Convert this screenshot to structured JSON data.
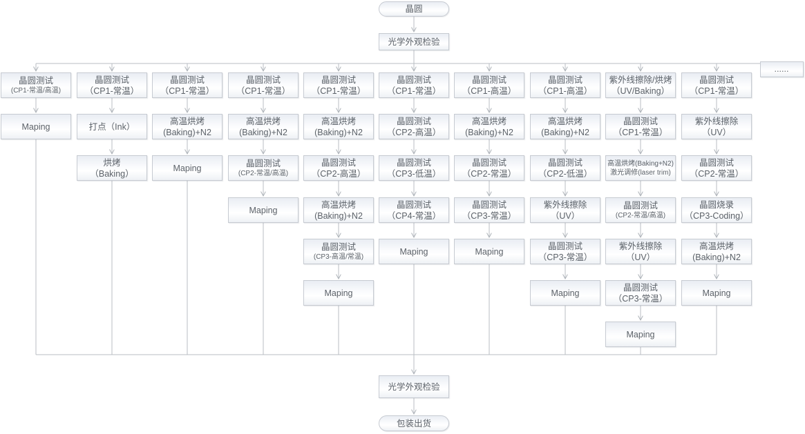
{
  "diagram": {
    "start_label": "晶圆",
    "top_inspection_label": "光学外观检验",
    "bottom_inspection_label": "光学外观检验",
    "end_label": "包装出货",
    "ellipsis_label": "......",
    "colors": {
      "box_border": "#c6cad1",
      "box_fill_top": "#e9edf3",
      "box_fill_bottom": "#eef1f5",
      "text": "#5b6168",
      "wire": "#b0b4ba"
    },
    "columns": [
      {
        "nodes": [
          {
            "lines": [
              "晶圆测试",
              "(CP1-常温/高温)"
            ],
            "small": [
              1
            ]
          },
          {
            "lines": [
              "Maping"
            ]
          }
        ]
      },
      {
        "nodes": [
          {
            "lines": [
              "晶圆测试",
              "（CP1-常温）"
            ]
          },
          {
            "lines": [
              "打点（Ink）"
            ]
          },
          {
            "lines": [
              "烘烤",
              "（Baking）"
            ]
          }
        ]
      },
      {
        "nodes": [
          {
            "lines": [
              "晶圆测试",
              "（CP1-常温）"
            ]
          },
          {
            "lines": [
              "高温烘烤",
              "(Baking)+N2"
            ]
          },
          {
            "lines": [
              "Maping"
            ]
          }
        ]
      },
      {
        "nodes": [
          {
            "lines": [
              "晶圆测试",
              "（CP1-常温）"
            ]
          },
          {
            "lines": [
              "高温烘烤",
              "(Baking)+N2"
            ]
          },
          {
            "lines": [
              "晶圆测试",
              "(CP2-常温/高温)"
            ],
            "small": [
              1
            ]
          },
          {
            "lines": [
              "Maping"
            ]
          }
        ]
      },
      {
        "nodes": [
          {
            "lines": [
              "晶圆测试",
              "（CP1-常温）"
            ]
          },
          {
            "lines": [
              "高温烘烤",
              "(Baking)+N2"
            ]
          },
          {
            "lines": [
              "晶圆测试",
              "（CP2-高温）"
            ]
          },
          {
            "lines": [
              "高温烘烤",
              "(Baking)+N2"
            ]
          },
          {
            "lines": [
              "晶圆测试",
              "(CP3-高温/常温)"
            ],
            "small": [
              1
            ]
          },
          {
            "lines": [
              "Maping"
            ]
          }
        ]
      },
      {
        "nodes": [
          {
            "lines": [
              "晶圆测试",
              "（CP1-常温）"
            ]
          },
          {
            "lines": [
              "晶圆测试",
              "（CP2-高温）"
            ]
          },
          {
            "lines": [
              "晶圆测试",
              "（CP3-低温）"
            ]
          },
          {
            "lines": [
              "晶圆测试",
              "（CP4-常温）"
            ]
          },
          {
            "lines": [
              "Maping"
            ]
          }
        ]
      },
      {
        "nodes": [
          {
            "lines": [
              "晶圆测试",
              "（CP1-高温）"
            ]
          },
          {
            "lines": [
              "高温烘烤",
              "(Baking)+N2"
            ]
          },
          {
            "lines": [
              "晶圆测试",
              "（CP2-常温）"
            ]
          },
          {
            "lines": [
              "晶圆测试",
              "（CP3-常温）"
            ]
          },
          {
            "lines": [
              "Maping"
            ]
          }
        ]
      },
      {
        "nodes": [
          {
            "lines": [
              "晶圆测试",
              "（CP1-高温）"
            ]
          },
          {
            "lines": [
              "高温烘烤",
              "(Baking)+N2"
            ]
          },
          {
            "lines": [
              "晶圆测试",
              "（CP2-低温）"
            ]
          },
          {
            "lines": [
              "紫外线擦除",
              "（UV）"
            ]
          },
          {
            "lines": [
              "晶圆测试",
              "（CP3-常温）"
            ]
          },
          {
            "lines": [
              "Maping"
            ]
          }
        ]
      },
      {
        "nodes": [
          {
            "lines": [
              "紫外线擦除/烘烤",
              "（UV/Baking）"
            ]
          },
          {
            "lines": [
              "晶圆测试",
              "（CP1-常温）"
            ]
          },
          {
            "lines": [
              "高温烘烤(Baking+N2)",
              "激光调修(laser trim)"
            ],
            "small": [
              0,
              1
            ]
          },
          {
            "lines": [
              "晶圆测试",
              "(CP2-常温/高温)"
            ],
            "small": [
              1
            ]
          },
          {
            "lines": [
              "紫外线擦除",
              "（UV）"
            ]
          },
          {
            "lines": [
              "晶圆测试",
              "（CP3-常温）"
            ]
          },
          {
            "lines": [
              "Maping"
            ]
          }
        ]
      },
      {
        "nodes": [
          {
            "lines": [
              "晶圆测试",
              "（CP1-常温）"
            ]
          },
          {
            "lines": [
              "紫外线擦除",
              "（UV）"
            ]
          },
          {
            "lines": [
              "晶圆测试",
              "（CP2-常温）"
            ]
          },
          {
            "lines": [
              "晶圆烧录",
              "（CP3-Coding）"
            ]
          },
          {
            "lines": [
              "高温烘烤",
              "(Baking)+N2"
            ]
          },
          {
            "lines": [
              "Maping"
            ]
          }
        ]
      }
    ]
  }
}
